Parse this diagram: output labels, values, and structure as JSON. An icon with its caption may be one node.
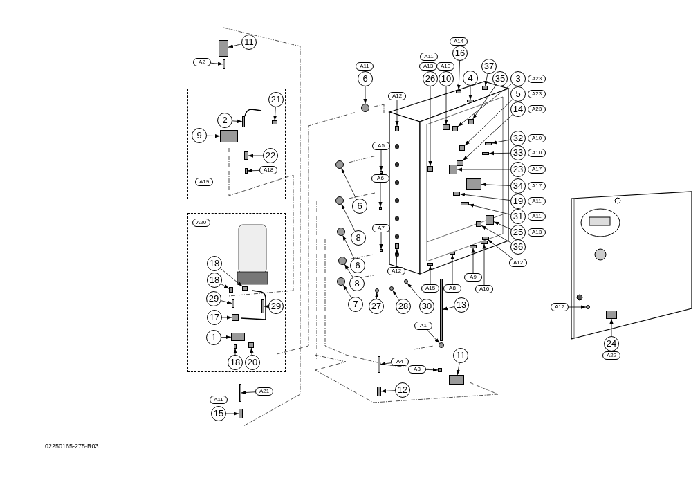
{
  "diagram": {
    "nodes": [
      {
        "text": [],
        "shape": "box"
      },
      {
        "text": [],
        "shape": "box"
      },
      {
        "text": [
          "11"
        ]
      },
      {
        "text": [
          "A2"
        ]
      },
      {
        "text": [
          "21"
        ],
        "in": 0
      },
      {
        "text": [
          "2"
        ],
        "in": 0
      },
      {
        "text": [
          "9"
        ],
        "in": 0
      },
      {
        "text": [
          "22"
        ],
        "in": 0
      },
      {
        "text": [
          "A18"
        ],
        "in": 0
      },
      {
        "text": [
          "A19"
        ],
        "in": 0
      },
      {
        "text": [
          "A20"
        ],
        "in": 1
      },
      {
        "text": [
          "18"
        ],
        "in": 1
      },
      {
        "text": [
          "18"
        ],
        "in": 1
      },
      {
        "text": [
          "29"
        ],
        "in": 1
      },
      {
        "text": [
          "29"
        ],
        "in": 1
      },
      {
        "text": [
          "17"
        ],
        "in": 1
      },
      {
        "text": [
          "1"
        ],
        "in": 1
      },
      {
        "text": [
          "18"
        ],
        "in": 1
      },
      {
        "text": [
          "20"
        ],
        "in": 1
      },
      {
        "text": [
          "A21"
        ]
      },
      {
        "text": [
          "A11"
        ]
      },
      {
        "text": [
          "15"
        ]
      },
      {
        "text": [
          "A11"
        ]
      },
      {
        "text": [
          "6"
        ]
      },
      {
        "text": [
          "A12"
        ]
      },
      {
        "text": [
          "A5"
        ]
      },
      {
        "text": [
          "A6"
        ]
      },
      {
        "text": [
          "6"
        ]
      },
      {
        "text": [
          "8"
        ]
      },
      {
        "text": [
          "A7"
        ]
      },
      {
        "text": [
          "6"
        ]
      },
      {
        "text": [
          "8"
        ]
      },
      {
        "text": [
          "7"
        ]
      },
      {
        "text": [
          "A12"
        ]
      },
      {
        "text": [
          "27"
        ]
      },
      {
        "text": [
          "28"
        ]
      },
      {
        "text": [
          "30"
        ]
      },
      {
        "text": [
          "A15"
        ]
      },
      {
        "text": [
          "A8"
        ]
      },
      {
        "text": [
          "A9"
        ]
      },
      {
        "text": [
          "A16"
        ]
      },
      {
        "text": [
          "13"
        ]
      },
      {
        "text": [
          "A1"
        ]
      },
      {
        "text": [
          "A4"
        ]
      },
      {
        "text": [
          "A3"
        ]
      },
      {
        "text": [
          "11"
        ]
      },
      {
        "text": [
          "12"
        ]
      },
      {
        "text": [
          "A14"
        ]
      },
      {
        "text": [
          "16"
        ]
      },
      {
        "text": [
          "A11"
        ]
      },
      {
        "text": [
          "A13"
        ]
      },
      {
        "text": [
          "A10"
        ]
      },
      {
        "text": [
          "26"
        ]
      },
      {
        "text": [
          "10"
        ]
      },
      {
        "text": [
          "4"
        ]
      },
      {
        "text": [
          "37"
        ]
      },
      {
        "text": [
          "35"
        ]
      },
      {
        "text": [
          "3"
        ]
      },
      {
        "text": [
          "A23"
        ]
      },
      {
        "text": [
          "5"
        ]
      },
      {
        "text": [
          "A23"
        ]
      },
      {
        "text": [
          "14"
        ]
      },
      {
        "text": [
          "A23"
        ]
      },
      {
        "text": [
          "32"
        ]
      },
      {
        "text": [
          "A10"
        ]
      },
      {
        "text": [
          "33"
        ]
      },
      {
        "text": [
          "A10"
        ]
      },
      {
        "text": [
          "23"
        ]
      },
      {
        "text": [
          "A17"
        ]
      },
      {
        "text": [
          "34"
        ]
      },
      {
        "text": [
          "A17"
        ]
      },
      {
        "text": [
          "19"
        ]
      },
      {
        "text": [
          "A11"
        ]
      },
      {
        "text": [
          "31"
        ]
      },
      {
        "text": [
          "A11"
        ]
      },
      {
        "text": [
          "25"
        ]
      },
      {
        "text": [
          "A13"
        ]
      },
      {
        "text": [
          "36"
        ]
      },
      {
        "text": [
          "A12"
        ]
      },
      {
        "text": [
          "A12"
        ]
      },
      {
        "text": [
          "24"
        ]
      },
      {
        "text": [
          "A22"
        ]
      },
      {
        "text": [],
        "shape": "box"
      },
      {
        "text": [],
        "shape": "box"
      },
      {
        "text": [],
        "shape": "box",
        "in": 0
      },
      {
        "text": [],
        "shape": "box",
        "in": 0
      },
      {
        "text": [],
        "shape": "box",
        "in": 0
      },
      {
        "text": [],
        "shape": "box",
        "in": 0
      },
      {
        "text": [],
        "shape": "box",
        "in": 0
      },
      {
        "text": [],
        "shape": "box",
        "in": 1
      },
      {
        "text": [],
        "shape": "box",
        "in": 1
      },
      {
        "text": [],
        "shape": "box",
        "in": 1
      },
      {
        "text": [],
        "shape": "box",
        "in": 1
      },
      {
        "text": [],
        "shape": "box",
        "in": 1
      },
      {
        "text": [],
        "shape": "box",
        "in": 1
      },
      {
        "text": [],
        "shape": "box",
        "in": 1
      },
      {
        "text": [],
        "shape": "box",
        "in": 1
      },
      {
        "text": [],
        "shape": "box"
      },
      {
        "text": [],
        "shape": "box"
      },
      {
        "text": [],
        "shape": "circle"
      },
      {
        "text": [],
        "shape": "box"
      },
      {
        "text": [],
        "shape": "box"
      },
      {
        "text": [],
        "shape": "box"
      },
      {
        "text": [],
        "shape": "circle"
      },
      {
        "text": [],
        "shape": "circle"
      },
      {
        "text": [],
        "shape": "box"
      },
      {
        "text": [],
        "shape": "circle"
      },
      {
        "text": [],
        "shape": "circle"
      },
      {
        "text": [],
        "shape": "circle"
      },
      {
        "text": [],
        "shape": "box"
      },
      {
        "text": [],
        "shape": "circle"
      },
      {
        "text": [],
        "shape": "circle"
      },
      {
        "text": [],
        "shape": "circle"
      },
      {
        "text": [],
        "shape": "box"
      },
      {
        "text": [],
        "shape": "box"
      },
      {
        "text": [],
        "shape": "box"
      },
      {
        "text": [],
        "shape": "box"
      },
      {
        "text": [],
        "shape": "box"
      },
      {
        "text": [],
        "shape": "circle"
      },
      {
        "text": [],
        "shape": "box"
      },
      {
        "text": [],
        "shape": "box"
      },
      {
        "text": [],
        "shape": "box"
      },
      {
        "text": [],
        "shape": "box"
      },
      {
        "text": [],
        "shape": "box"
      },
      {
        "text": [],
        "shape": "box"
      },
      {
        "text": [],
        "shape": "box"
      },
      {
        "text": [],
        "shape": "box"
      },
      {
        "text": [],
        "shape": "box"
      },
      {
        "text": [],
        "shape": "box"
      },
      {
        "text": [],
        "shape": "box"
      },
      {
        "text": [],
        "shape": "box"
      },
      {
        "text": [],
        "shape": "box"
      },
      {
        "text": [],
        "shape": "box"
      },
      {
        "text": [],
        "shape": "box"
      },
      {
        "text": [],
        "shape": "box"
      },
      {
        "text": [],
        "shape": "box"
      },
      {
        "text": [],
        "shape": "box"
      },
      {
        "text": [],
        "shape": "box"
      },
      {
        "text": [],
        "shape": "box"
      },
      {
        "text": [],
        "shape": "box"
      },
      {
        "text": [],
        "shape": "box"
      },
      {
        "text": [],
        "shape": "circle"
      },
      {
        "text": [],
        "shape": "box"
      }
    ],
    "edges": [
      {
        "from": 2,
        "to": 82,
        "arrow": "to"
      },
      {
        "from": 3,
        "to": 83,
        "arrow": "to"
      },
      {
        "from": 4,
        "to": 84,
        "arrow": "to"
      },
      {
        "from": 5,
        "to": 85,
        "arrow": "to"
      },
      {
        "from": 6,
        "to": 86,
        "arrow": "to"
      },
      {
        "from": 7,
        "to": 87,
        "arrow": "to"
      },
      {
        "from": 8,
        "to": 88,
        "arrow": "to"
      },
      {
        "from": 11,
        "to": 89,
        "arrow": "to"
      },
      {
        "from": 12,
        "to": 90,
        "arrow": "to"
      },
      {
        "from": 13,
        "to": 91,
        "arrow": "to"
      },
      {
        "from": 14,
        "to": 92,
        "arrow": "to"
      },
      {
        "from": 15,
        "to": 93,
        "arrow": "to"
      },
      {
        "from": 16,
        "to": 94,
        "arrow": "to"
      },
      {
        "from": 17,
        "to": 95,
        "arrow": "to"
      },
      {
        "from": 18,
        "to": 96,
        "arrow": "to"
      },
      {
        "from": 19,
        "to": 97,
        "arrow": "to"
      },
      {
        "from": 21,
        "to": 98,
        "arrow": "to"
      },
      {
        "from": 23,
        "to": 99,
        "arrow": "to"
      },
      {
        "from": 24,
        "to": 100,
        "arrow": "to"
      },
      {
        "from": 25,
        "to": 101,
        "arrow": "to"
      },
      {
        "from": 26,
        "to": 102,
        "arrow": "to"
      },
      {
        "from": 27,
        "to": 103,
        "arrow": "to"
      },
      {
        "from": 28,
        "to": 104,
        "arrow": "to"
      },
      {
        "from": 29,
        "to": 105,
        "arrow": "to"
      },
      {
        "from": 30,
        "to": 106,
        "arrow": "to"
      },
      {
        "from": 31,
        "to": 107,
        "arrow": "to"
      },
      {
        "from": 32,
        "to": 108,
        "arrow": "to"
      },
      {
        "from": 33,
        "to": 109,
        "arrow": "to"
      },
      {
        "from": 34,
        "to": 110,
        "arrow": "to"
      },
      {
        "from": 35,
        "to": 111,
        "arrow": "to"
      },
      {
        "from": 36,
        "to": 112,
        "arrow": "to"
      },
      {
        "from": 37,
        "to": 113,
        "arrow": "to"
      },
      {
        "from": 38,
        "to": 114,
        "arrow": "to"
      },
      {
        "from": 39,
        "to": 115,
        "arrow": "to"
      },
      {
        "from": 40,
        "to": 116,
        "arrow": "to"
      },
      {
        "from": 41,
        "to": 117,
        "arrow": "to"
      },
      {
        "from": 42,
        "to": 118,
        "arrow": "to"
      },
      {
        "from": 43,
        "to": 119,
        "arrow": "to"
      },
      {
        "from": 44,
        "to": 120,
        "arrow": "to"
      },
      {
        "from": 45,
        "to": 121,
        "arrow": "to"
      },
      {
        "from": 46,
        "to": 122,
        "arrow": "to"
      },
      {
        "from": 48,
        "to": 123,
        "arrow": "to"
      },
      {
        "from": 52,
        "to": 124,
        "arrow": "to"
      },
      {
        "from": 53,
        "to": 125,
        "arrow": "to"
      },
      {
        "from": 54,
        "to": 126,
        "arrow": "to"
      },
      {
        "from": 55,
        "to": 127,
        "arrow": "to"
      },
      {
        "from": 56,
        "to": 128,
        "arrow": "to"
      },
      {
        "from": 57,
        "to": 129,
        "arrow": "to"
      },
      {
        "from": 59,
        "to": 130,
        "arrow": "to"
      },
      {
        "from": 61,
        "to": 131,
        "arrow": "to"
      },
      {
        "from": 63,
        "to": 132,
        "arrow": "to"
      },
      {
        "from": 65,
        "to": 133,
        "arrow": "to"
      },
      {
        "from": 67,
        "to": 134,
        "arrow": "to"
      },
      {
        "from": 69,
        "to": 135,
        "arrow": "to"
      },
      {
        "from": 71,
        "to": 136,
        "arrow": "to"
      },
      {
        "from": 73,
        "to": 137,
        "arrow": "to"
      },
      {
        "from": 75,
        "to": 138,
        "arrow": "to"
      },
      {
        "from": 77,
        "to": 139,
        "arrow": "to"
      },
      {
        "from": 78,
        "to": 140,
        "arrow": "to"
      },
      {
        "from": 79,
        "to": 141,
        "arrow": "to"
      },
      {
        "from": 80,
        "to": 142,
        "arrow": "to"
      }
    ],
    "labels": [
      "02250165-275-R03"
    ]
  }
}
